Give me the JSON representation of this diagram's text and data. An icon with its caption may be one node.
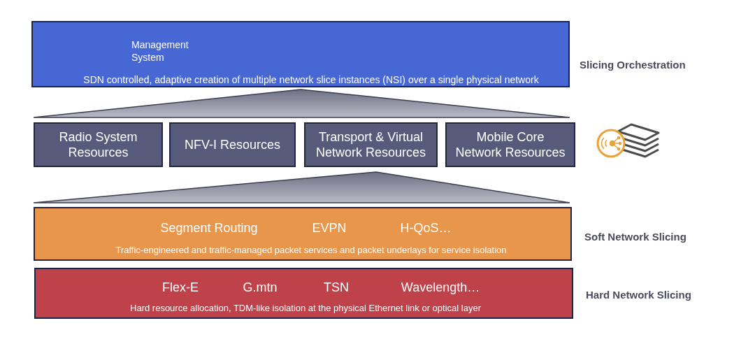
{
  "diagram": {
    "nodes": [
      {
        "text": [
          "Management System",
          "SDN controlled, adaptive creation of multiple network slice instances (NSI) over a single physical network"
        ],
        "beside": [
          "Slicing Orchestration"
        ]
      },
      {
        "text": [],
        "shape": "triangle"
      },
      {
        "text": [
          "Radio System Resources"
        ]
      },
      {
        "text": [
          "NFV-I Resources"
        ]
      },
      {
        "text": [
          "Transport & Virtual Network Resources"
        ]
      },
      {
        "text": [
          "Mobile Core Network Resources"
        ]
      },
      {
        "text": [],
        "shape": "triangle"
      },
      {
        "text": [
          "Segment Routing",
          "EVPN",
          "H-QoS…",
          "Traffic-engineered and traffic-managed packet services and packet underlays for service isolation"
        ],
        "beside": [
          "Soft Network Slicing"
        ]
      },
      {
        "text": [
          "Flex-E",
          "G.mtn",
          "TSN",
          "Wavelength…",
          "Hard resource allocation, TDM-like isolation at the physical Ethernet link or optical layer"
        ],
        "beside": [
          "Hard Network Slicing"
        ]
      }
    ]
  }
}
